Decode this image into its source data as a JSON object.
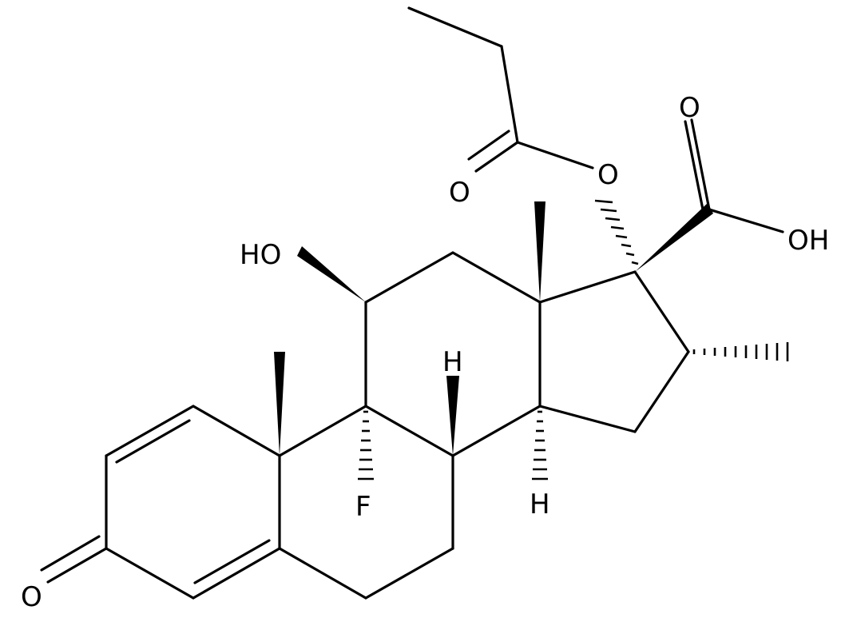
{
  "diagram": {
    "type": "skeletal-structure",
    "line_color": "#000000",
    "background": "#ffffff",
    "atom_labels": {
      "ketone_oxygen": "O",
      "hydroxyl": "HO",
      "fluorine": "F",
      "h_c8": "H",
      "h_c14": "H",
      "ester_oxygen": "O",
      "carbonyl_oxygen_ester": "O",
      "acid_carbonyl_oxygen": "O",
      "acid_hydroxyl": "OH"
    }
  }
}
